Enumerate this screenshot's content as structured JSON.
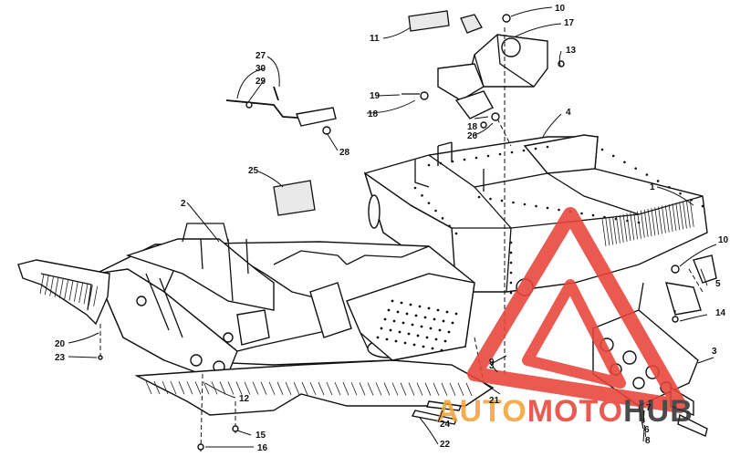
{
  "callouts": [
    "1",
    "2",
    "3",
    "3",
    "4",
    "5",
    "6",
    "7",
    "8",
    "9",
    "10",
    "10",
    "11",
    "12",
    "13",
    "14",
    "15",
    "16",
    "17",
    "18",
    "18",
    "19",
    "20",
    "21",
    "22",
    "23",
    "24",
    "25",
    "26",
    "27",
    "28",
    "29",
    "30"
  ],
  "watermark": {
    "text_a": "AUTO",
    "text_b": "MOTO",
    "text_c": "HUB",
    "color_a": "#f2a33a",
    "color_b": "#e8443a",
    "color_c": "#333333"
  },
  "colors": {
    "line": "#111111",
    "background": "#ffffff",
    "triangle": "#e8443a"
  }
}
